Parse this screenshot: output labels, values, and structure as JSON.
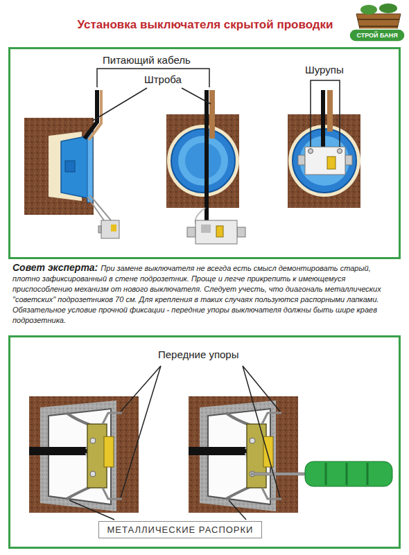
{
  "diagram": {
    "title": "Установка выключателя скрытой проводки",
    "nodes": [
      {
        "text": [
          "Питающий кабель",
          "Штроба",
          "Шурупы"
        ]
      },
      {
        "text": [
          "Передние упоры"
        ]
      },
      {
        "text": [
          "МЕТАЛЛИЧЕСКИЕ РАСПОРКИ"
        ],
        "in": 1
      }
    ],
    "labels": [
      "СТРОЙ БАНЯ",
      "Совет эксперта:",
      "При замене выключателя не всегда есть смысл демонтировать старый, плотно зафиксированный в стене подрозетник. Проще и легче прикрепить к имеющемуся приспособлению механизм от нового выключателя. Следует учесть, что диагональ металлических \"советских\" подрозетников 70 см. Для крепления в таких случаях пользуются распорными лапками. Обязательное условие прочной фиксации - передние упоры выключателя должны быть шире краев подрозетника."
    ]
  }
}
